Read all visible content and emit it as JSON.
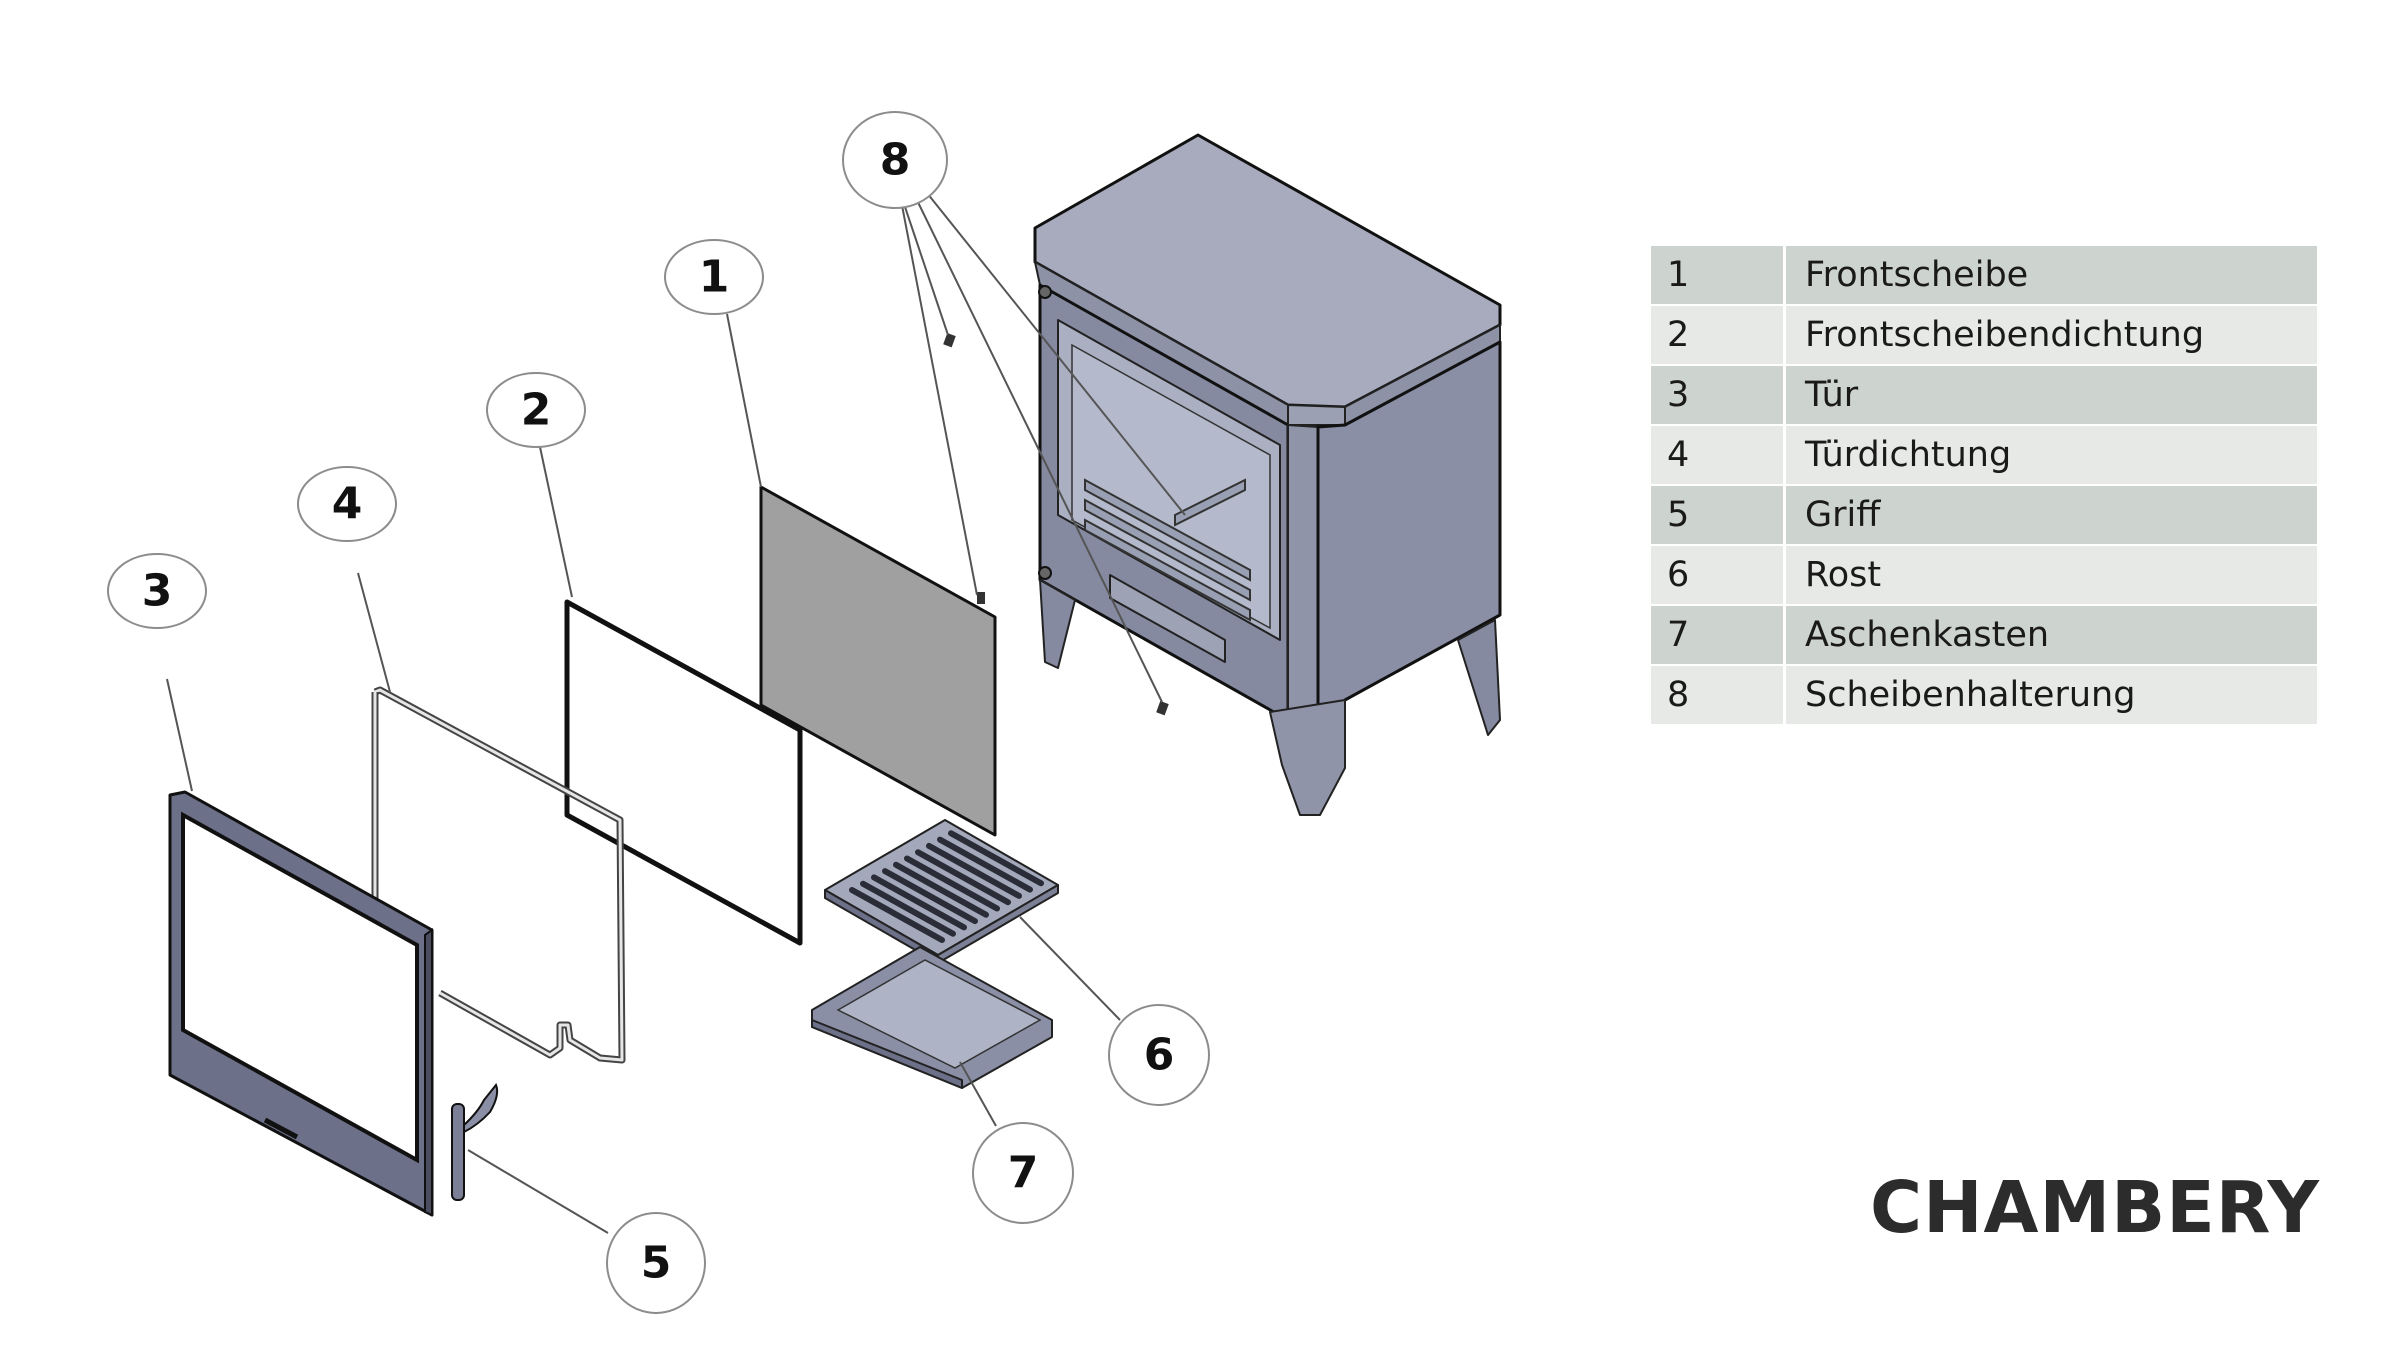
{
  "diagram": {
    "title": "CHAMBERY",
    "colors": {
      "stove_body": "#9ea3b6",
      "stove_dark": "#7c8096",
      "glass": "#a0a0a0",
      "table_dark_row": "#cdd3ce",
      "table_light_row": "#e7e9e6"
    },
    "callouts": [
      {
        "number": "1",
        "target": "Frontscheibe"
      },
      {
        "number": "2",
        "target": "Frontscheibendichtung"
      },
      {
        "number": "3",
        "target": "Tür"
      },
      {
        "number": "4",
        "target": "Türdichtung"
      },
      {
        "number": "5",
        "target": "Griff"
      },
      {
        "number": "6",
        "target": "Rost"
      },
      {
        "number": "7",
        "target": "Aschenkasten"
      },
      {
        "number": "8",
        "target": "Scheibenhalterung"
      }
    ]
  },
  "parts_list": {
    "rows": [
      {
        "number": "1",
        "name": "Frontscheibe"
      },
      {
        "number": "2",
        "name": "Frontscheibendichtung"
      },
      {
        "number": "3",
        "name": "Tür"
      },
      {
        "number": "4",
        "name": "Türdichtung"
      },
      {
        "number": "5",
        "name": "Griff"
      },
      {
        "number": "6",
        "name": "Rost"
      },
      {
        "number": "7",
        "name": "Aschenkasten"
      },
      {
        "number": "8",
        "name": "Scheibenhalterung"
      }
    ]
  }
}
